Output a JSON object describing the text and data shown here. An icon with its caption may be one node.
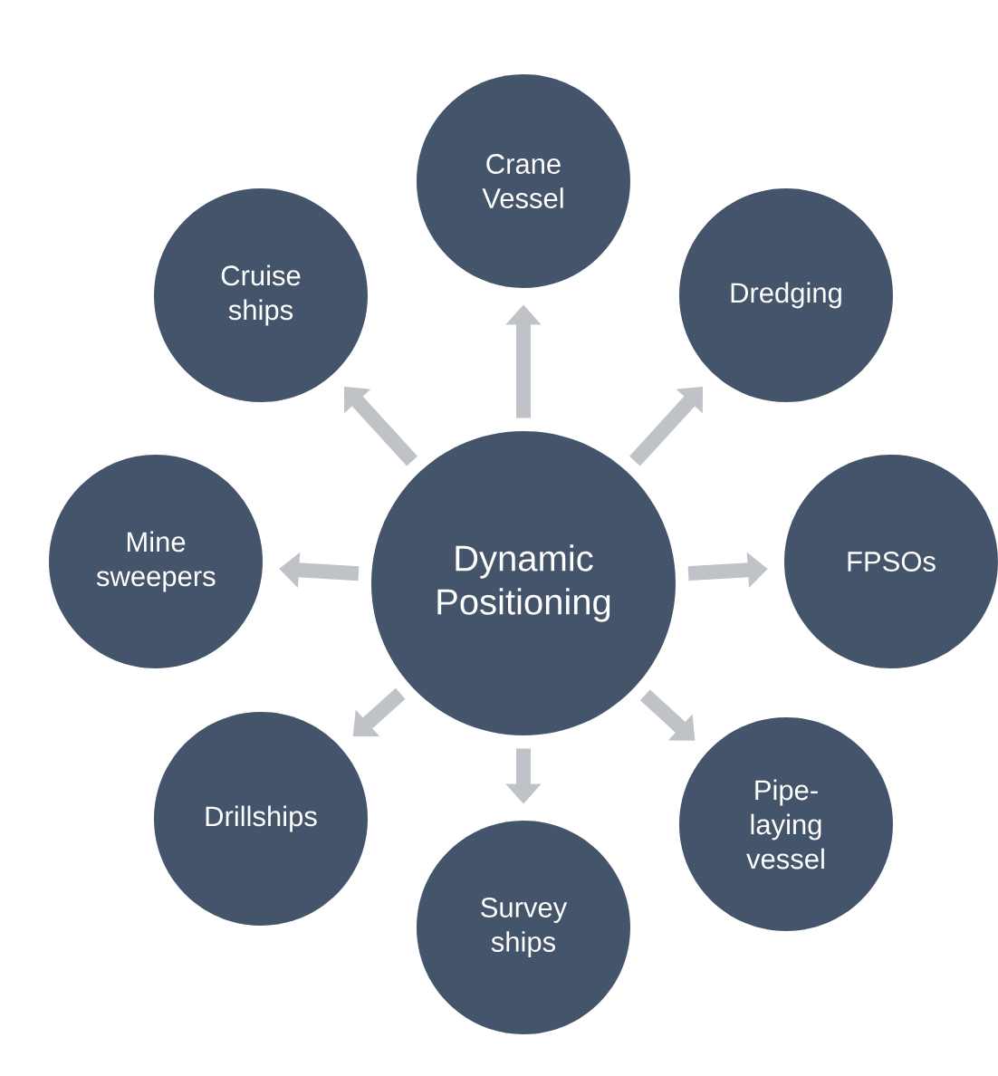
{
  "diagram": {
    "nodes": [
      {
        "text": [
          "Dynamic Positioning"
        ]
      },
      {
        "text": [
          "Crane Vessel"
        ]
      },
      {
        "text": [
          "Cruise ships"
        ]
      },
      {
        "text": [
          "Dredging"
        ]
      },
      {
        "text": [
          "Mine sweepers"
        ]
      },
      {
        "text": [
          "FPSOs"
        ]
      },
      {
        "text": [
          "Drillships"
        ]
      },
      {
        "text": [
          "Pipe-laying vessel"
        ]
      },
      {
        "text": [
          "Survey ships"
        ]
      }
    ],
    "edges": [
      {
        "from": 0,
        "to": 1,
        "arrow": "to"
      },
      {
        "from": 0,
        "to": 2,
        "arrow": "to"
      },
      {
        "from": 0,
        "to": 3,
        "arrow": "to"
      },
      {
        "from": 0,
        "to": 4,
        "arrow": "to"
      },
      {
        "from": 0,
        "to": 5,
        "arrow": "to"
      },
      {
        "from": 0,
        "to": 6,
        "arrow": "to"
      },
      {
        "from": 0,
        "to": 7,
        "arrow": "to"
      },
      {
        "from": 0,
        "to": 8,
        "arrow": "to"
      }
    ]
  }
}
